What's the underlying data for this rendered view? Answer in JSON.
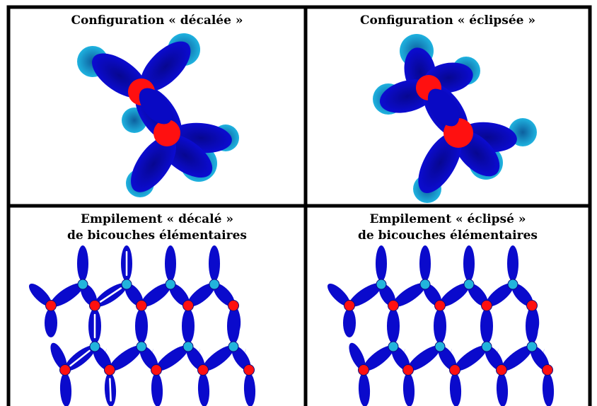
{
  "panels": {
    "top_left": {
      "title": "Configuration « décalée »"
    },
    "top_right": {
      "title": "Configuration « éclipsée »"
    },
    "bottom_left": {
      "title_line1": "Empilement « décalé »",
      "title_line2": "de bicouches élémentaires"
    },
    "bottom_right": {
      "title_line1": "Empilement « éclipsé »",
      "title_line2": "de bicouches élémentaires"
    }
  },
  "colors": {
    "lobe": "#0a0acc",
    "core_red": "#ff1010",
    "sphere_cyan": "#1aa6d6",
    "node_cyan": "#22b4dc",
    "border": "#000000"
  }
}
